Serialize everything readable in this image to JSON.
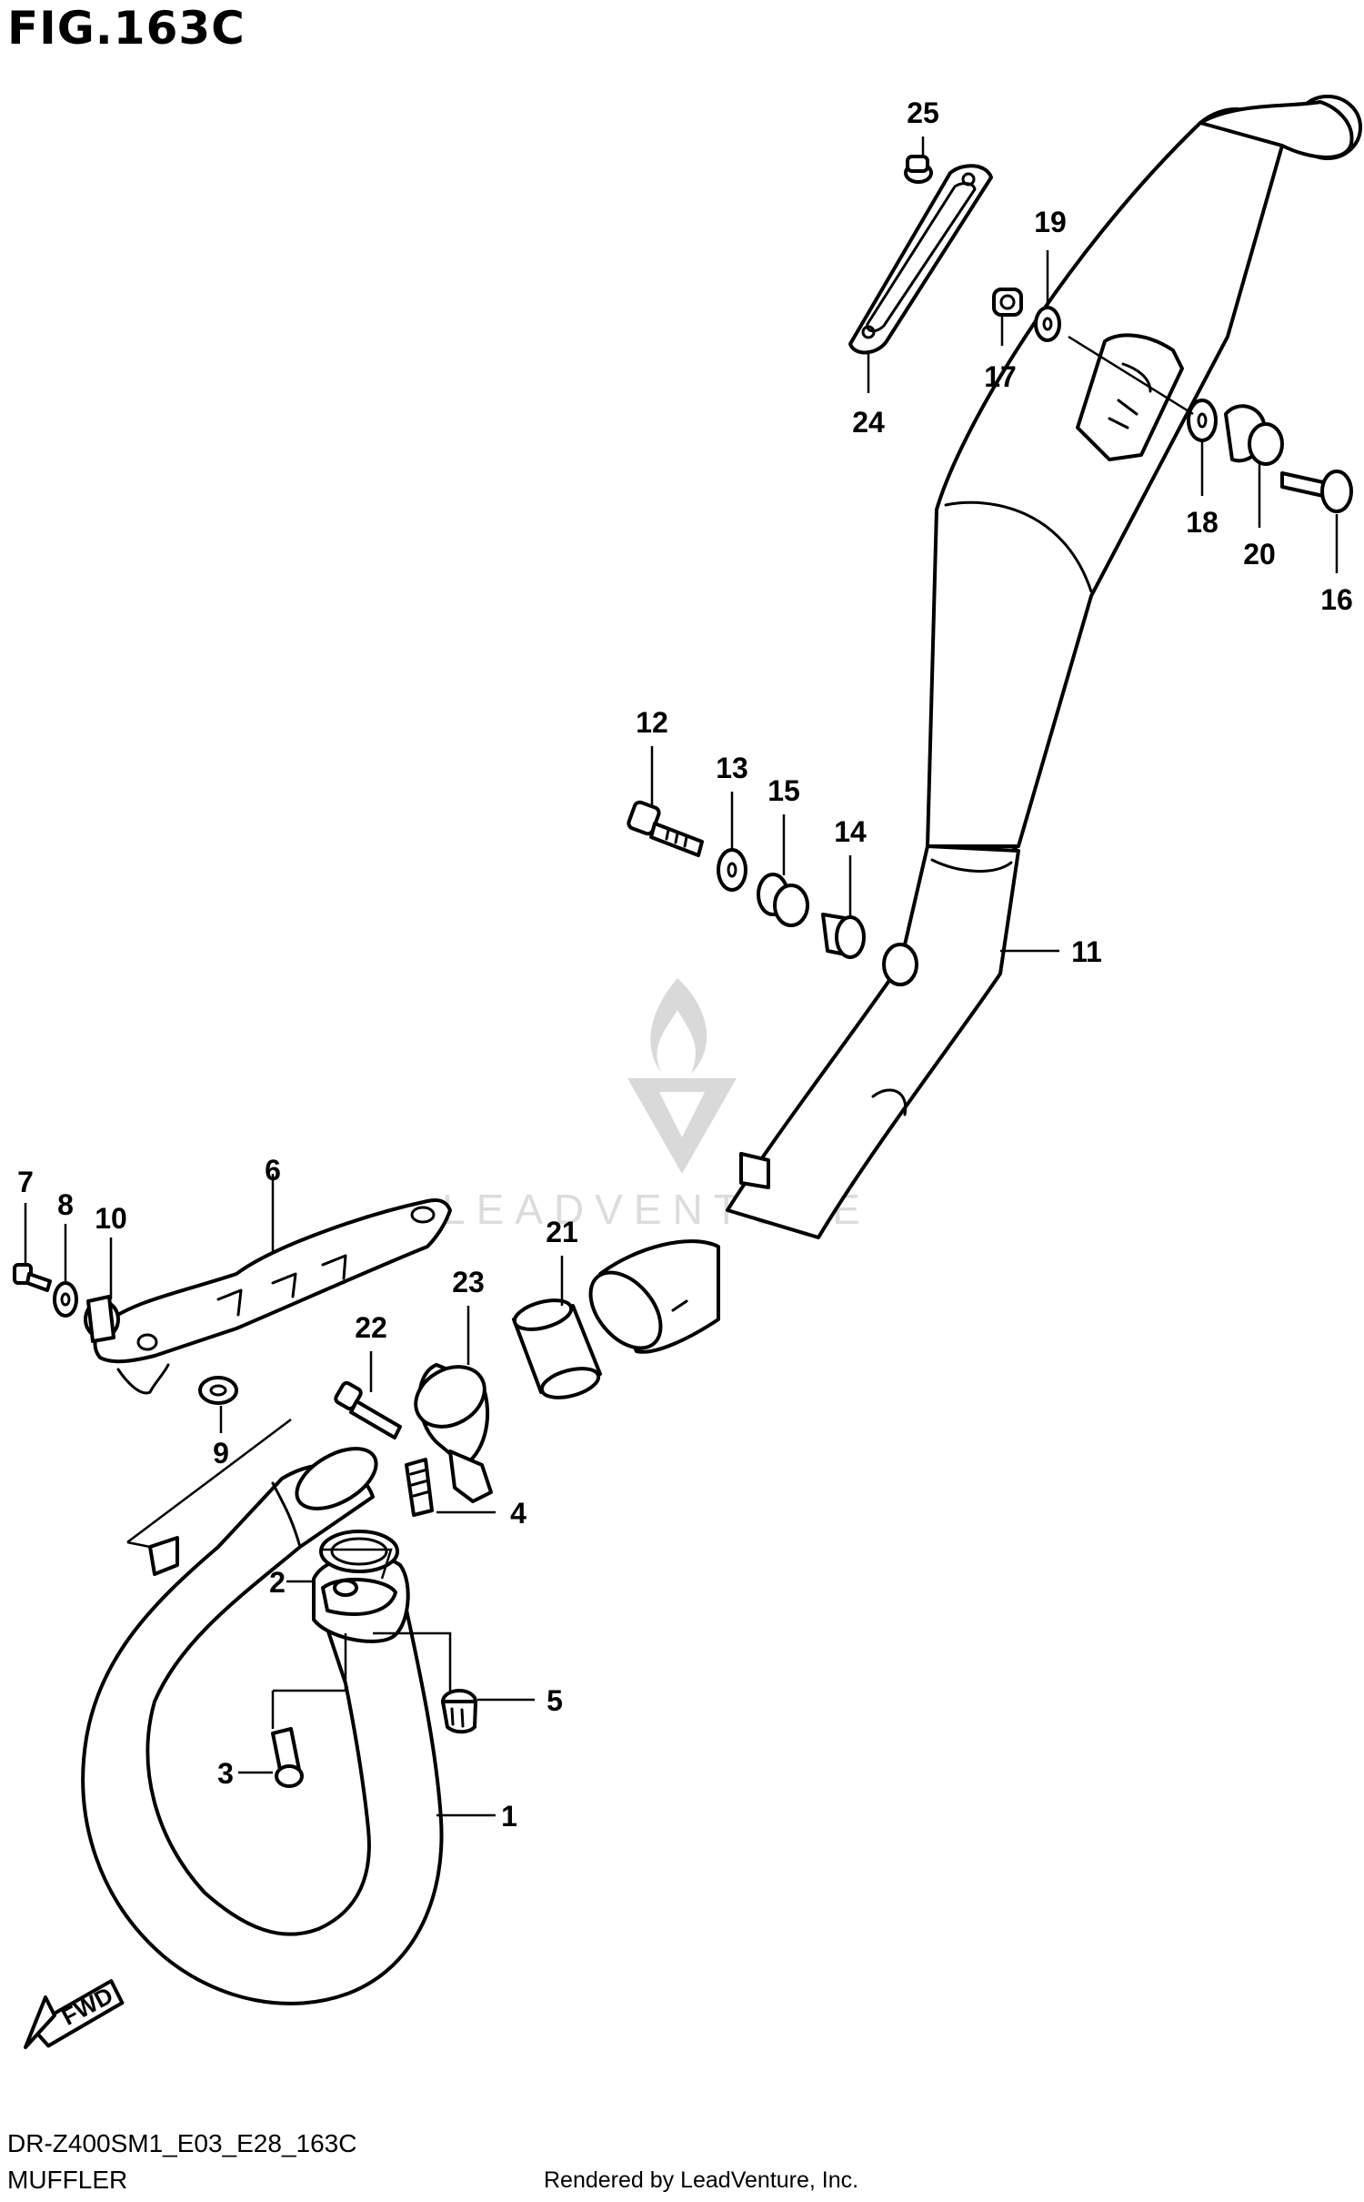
{
  "figure": {
    "title": "FIG.163C",
    "model_code": "DR-Z400SM1_E03_E28_163C",
    "name": "MUFFLER",
    "credit": "Rendered by LeadVenture, Inc."
  },
  "watermark": {
    "brand": "LEADVENTURE"
  },
  "direction_badge": "FWD",
  "callouts": [
    "1",
    "2",
    "3",
    "4",
    "5",
    "6",
    "7",
    "8",
    "9",
    "10",
    "11",
    "12",
    "13",
    "14",
    "15",
    "16",
    "17",
    "18",
    "19",
    "20",
    "21",
    "22",
    "23",
    "24",
    "25"
  ]
}
